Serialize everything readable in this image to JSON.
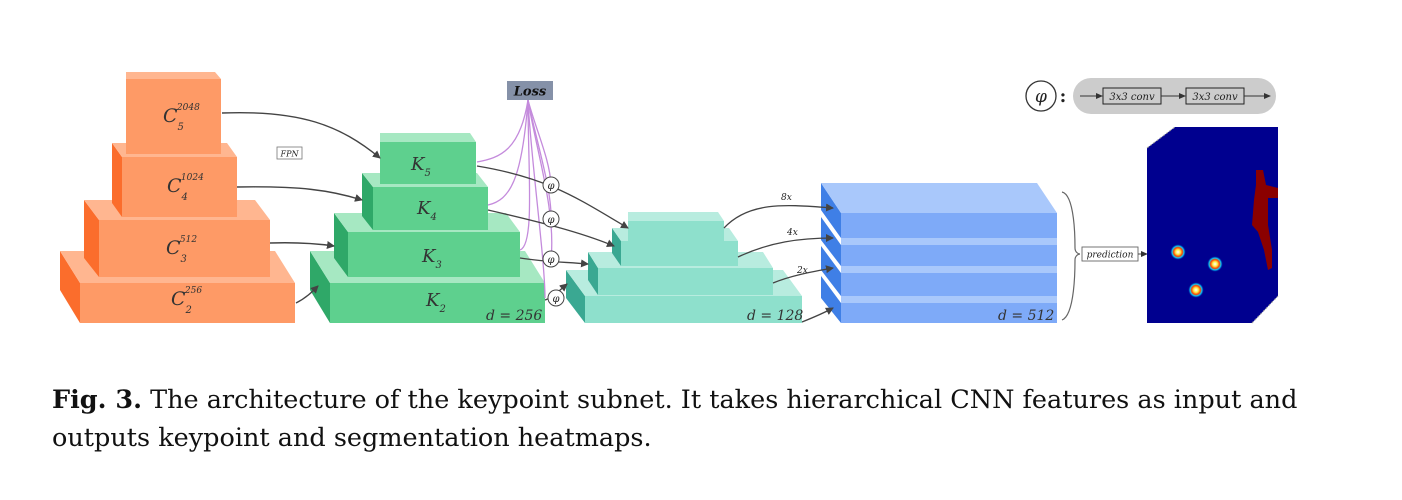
{
  "diagram": {
    "backbone": [
      {
        "name": "C",
        "sub": "5",
        "sup": "2048"
      },
      {
        "name": "C",
        "sub": "4",
        "sup": "1024"
      },
      {
        "name": "C",
        "sub": "3",
        "sup": "512"
      },
      {
        "name": "C",
        "sub": "2",
        "sup": "256"
      }
    ],
    "fpn_label": "FPN",
    "keypoint_levels": [
      {
        "name": "K",
        "sub": "5"
      },
      {
        "name": "K",
        "sub": "4"
      },
      {
        "name": "K",
        "sub": "3"
      },
      {
        "name": "K",
        "sub": "2"
      }
    ],
    "loss_label": "Loss",
    "phi_symbol": "φ",
    "phi_colon": ":",
    "conv_block_1": "3x3 conv",
    "conv_block_2": "3x3 conv",
    "depth_fpn": "d = 256",
    "depth_mid": "d = 128",
    "depth_concat": "d = 512",
    "upsample_factors": [
      "8x",
      "4x",
      "2x"
    ],
    "prediction_label": "prediction",
    "colors": {
      "backbone": "#fe9a66",
      "fpn": "#5ed08e",
      "mid": "#8ee0cc",
      "concat": "#7eaaf8",
      "loss_arrows": "#c48bdc",
      "heatmap_bg": "#00008f",
      "heatmap_seg": "#8b0000"
    }
  },
  "caption": {
    "label": "Fig. 3.",
    "text": " The architecture of the keypoint subnet. It takes hierarchical CNN features as input and outputs keypoint and segmentation heatmaps."
  }
}
